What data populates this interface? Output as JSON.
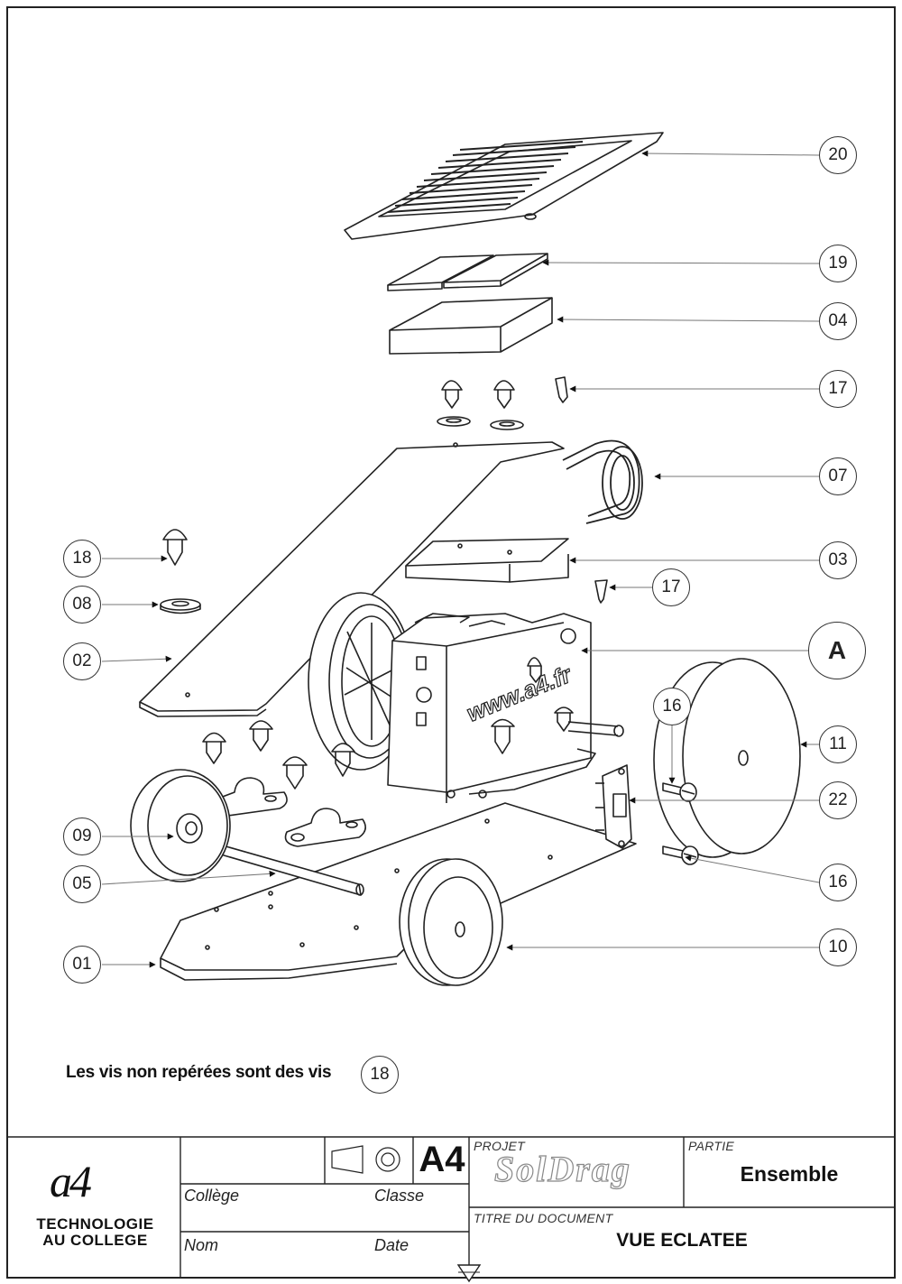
{
  "callouts": {
    "c20": "20",
    "c19": "19",
    "c04": "04",
    "c17a": "17",
    "c07": "07",
    "c18": "18",
    "c03": "03",
    "c08": "08",
    "c17b": "17",
    "c02": "02",
    "cA": "A",
    "c16a": "16",
    "c11": "11",
    "c22": "22",
    "c09": "09",
    "c05": "05",
    "c16b": "16",
    "c10": "10",
    "c01": "01"
  },
  "drawing": {
    "logo_text": "www.a4.fr"
  },
  "note": {
    "text": "Les vis non repérées sont des vis",
    "ref": "18"
  },
  "title_block": {
    "logo": "a4",
    "company_line1": "TECHNOLOGIE",
    "company_line2": "AU COLLEGE",
    "college_label": "Collège",
    "classe_label": "Classe",
    "nom_label": "Nom",
    "date_label": "Date",
    "format": "A4",
    "projet_label": "PROJET",
    "projet_name": "SolDrag",
    "partie_label": "PARTIE",
    "partie_value": "Ensemble",
    "titre_label": "TITRE DU DOCUMENT",
    "titre_value": "VUE ECLATEE"
  }
}
